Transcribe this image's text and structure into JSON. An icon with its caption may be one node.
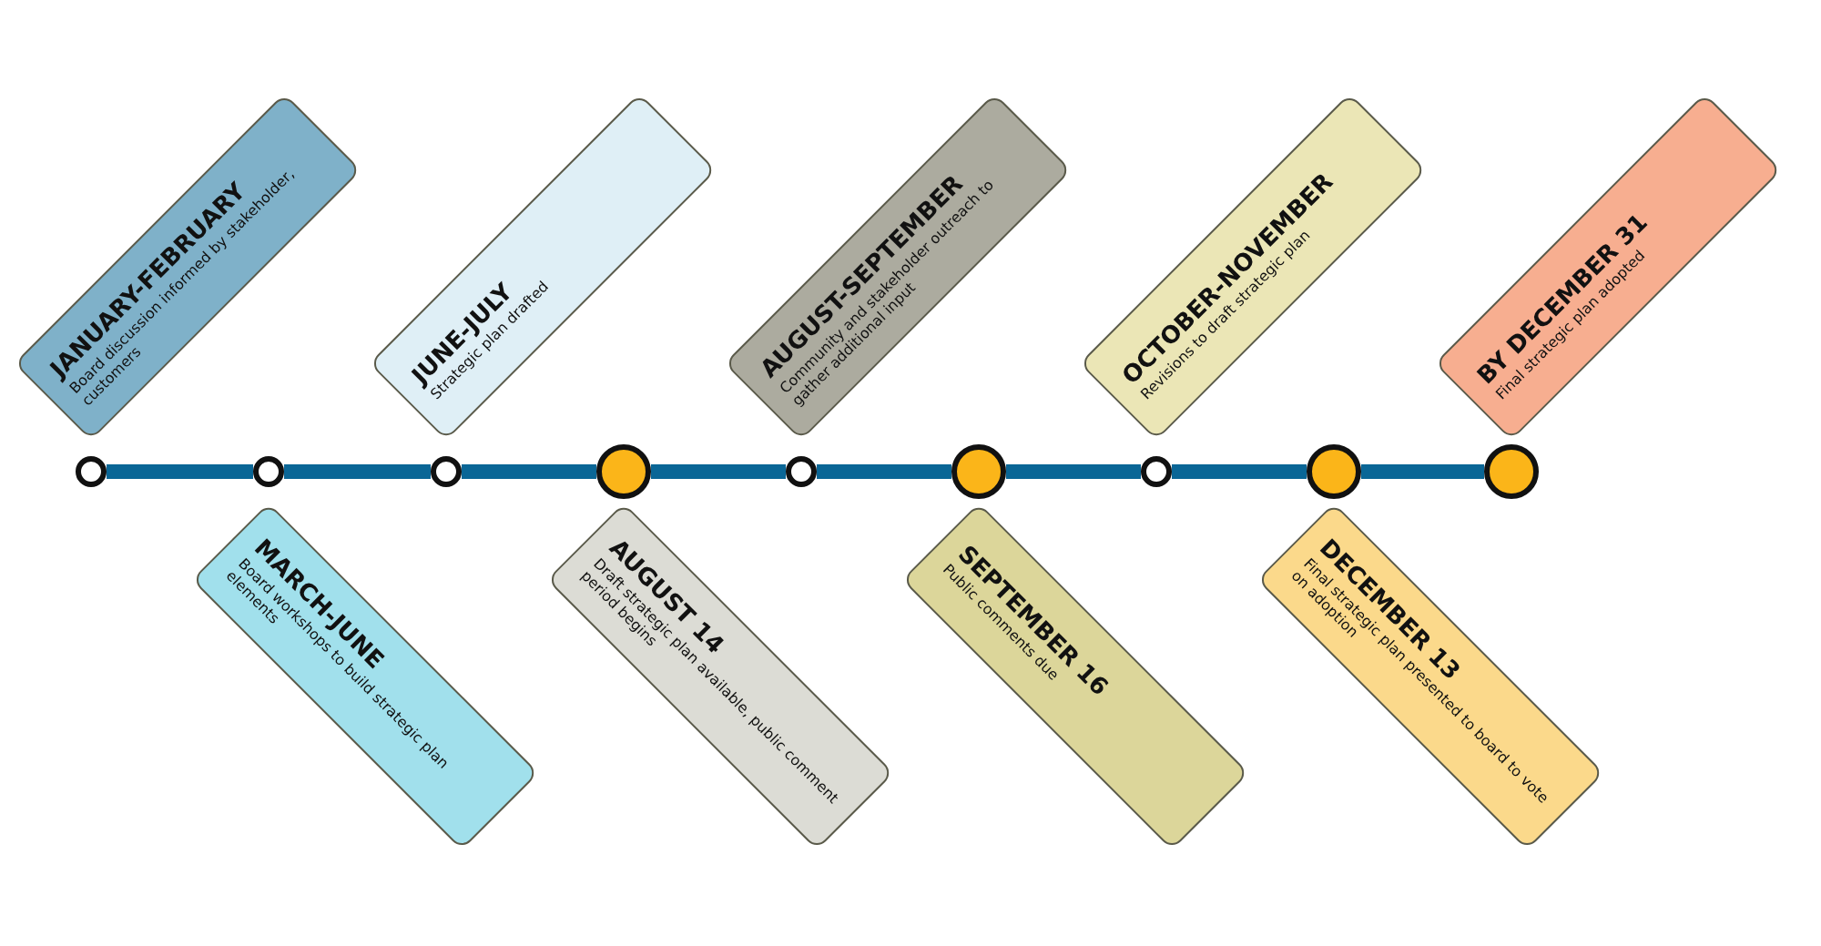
{
  "diagram": {
    "nodes": [
      {
        "text": [
          "JANUARY-FEBRUARY",
          "Board discussion informed by stakeholder, customers"
        ]
      },
      {
        "text": [
          "MARCH-JUNE",
          "Board workshops to build strategic plan elements"
        ]
      },
      {
        "text": [
          "JUNE-JULY",
          "Strategic plan drafted"
        ]
      },
      {
        "text": [
          "AUGUST 14",
          "Draft strategic plan available, public comment period begins"
        ]
      },
      {
        "text": [
          "AUGUST-SEPTEMBER",
          "Community and stakeholder outreach to gather additional input"
        ]
      },
      {
        "text": [
          "SEPTEMBER 16",
          "Public comments due"
        ]
      },
      {
        "text": [
          "OCTOBER-NOVEMBER",
          "Revisions to draft strategic plan"
        ]
      },
      {
        "text": [
          "DECEMBER 13",
          "Final strategic plan presented to board to vote on adoption"
        ]
      },
      {
        "text": [
          "BY DECEMBER 31",
          "Final strategic plan adopted"
        ]
      },
      {
        "text": [],
        "shape": "circle"
      },
      {
        "text": [],
        "shape": "circle"
      },
      {
        "text": [],
        "shape": "circle"
      },
      {
        "text": [],
        "shape": "circle"
      },
      {
        "text": [],
        "shape": "circle"
      },
      {
        "text": [],
        "shape": "circle"
      },
      {
        "text": [],
        "shape": "circle"
      },
      {
        "text": [],
        "shape": "circle"
      },
      {
        "text": [],
        "shape": "circle"
      }
    ],
    "edges": [
      {
        "from": 9,
        "to": 10,
        "arrow": "none"
      },
      {
        "from": 10,
        "to": 11,
        "arrow": "none"
      },
      {
        "from": 11,
        "to": 12,
        "arrow": "none"
      },
      {
        "from": 12,
        "to": 13,
        "arrow": "none"
      },
      {
        "from": 13,
        "to": 14,
        "arrow": "none"
      },
      {
        "from": 14,
        "to": 15,
        "arrow": "none"
      },
      {
        "from": 15,
        "to": 16,
        "arrow": "none"
      },
      {
        "from": 16,
        "to": 17,
        "arrow": "none"
      }
    ]
  }
}
